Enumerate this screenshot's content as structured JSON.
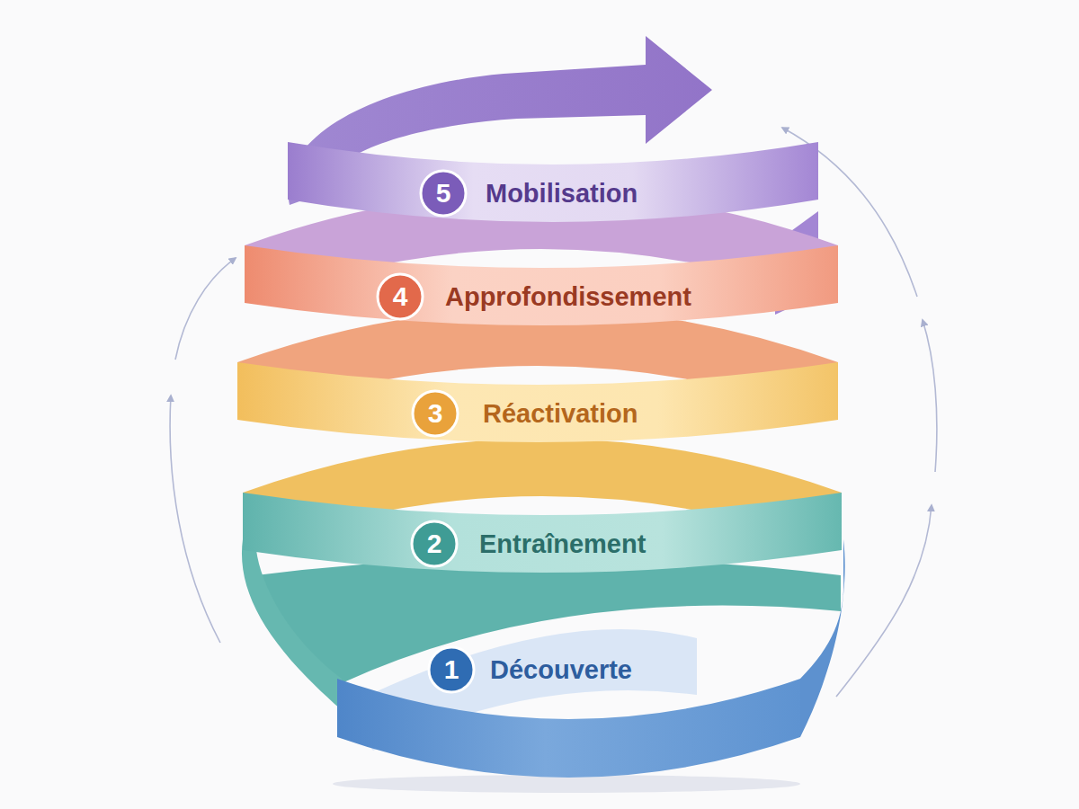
{
  "diagram": {
    "nodes": [
      {
        "text": [
          "Découverte"
        ]
      },
      {
        "text": [
          "1"
        ],
        "in": 0
      },
      {
        "text": [
          "Entraînement"
        ]
      },
      {
        "text": [
          "2"
        ],
        "in": 2
      },
      {
        "text": [
          "Réactivation"
        ]
      },
      {
        "text": [
          "3"
        ],
        "in": 4
      },
      {
        "text": [
          "Approfondissement"
        ]
      },
      {
        "text": [
          "4"
        ],
        "in": 6
      },
      {
        "text": [
          "Mobilisation"
        ]
      },
      {
        "text": [
          "5"
        ],
        "in": 8
      }
    ]
  }
}
